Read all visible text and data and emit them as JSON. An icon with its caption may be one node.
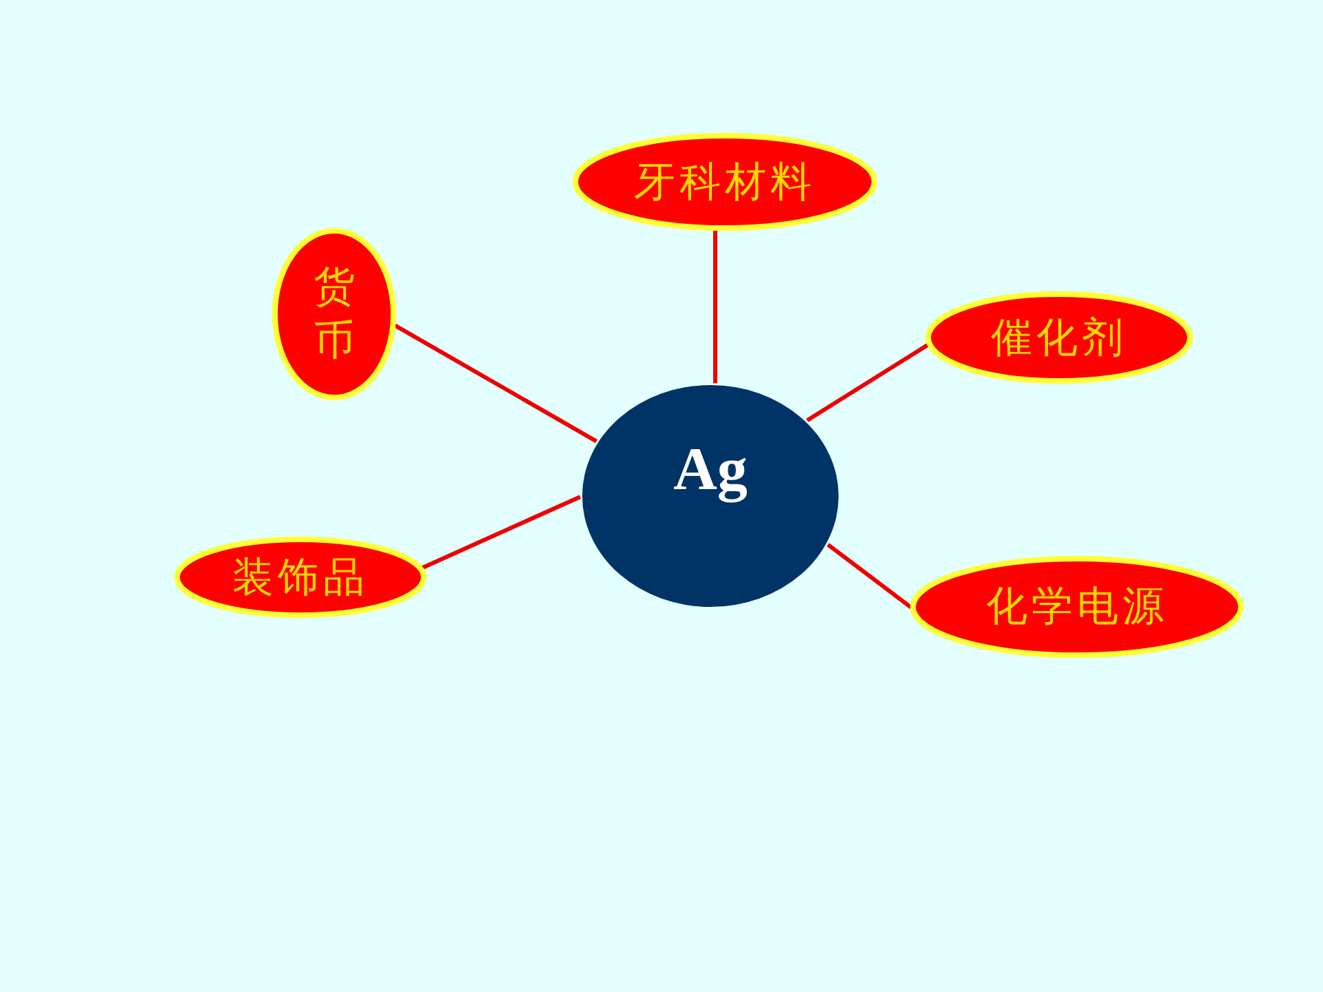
{
  "diagram": {
    "nodes": [
      {
        "text": [
          "牙科材料"
        ]
      },
      {
        "text": [
          "货币"
        ]
      },
      {
        "text": [
          "催化剂"
        ]
      },
      {
        "text": [
          "Ag"
        ]
      },
      {
        "text": [
          "装饰品"
        ]
      },
      {
        "text": [
          "化学电源"
        ]
      }
    ],
    "edges": [
      {
        "from": 0,
        "to": 3,
        "arrow": "none"
      },
      {
        "from": 1,
        "to": 3,
        "arrow": "none"
      },
      {
        "from": 2,
        "to": 3,
        "arrow": "none"
      },
      {
        "from": 4,
        "to": 3,
        "arrow": "none"
      },
      {
        "from": 5,
        "to": 3,
        "arrow": "none"
      }
    ]
  }
}
